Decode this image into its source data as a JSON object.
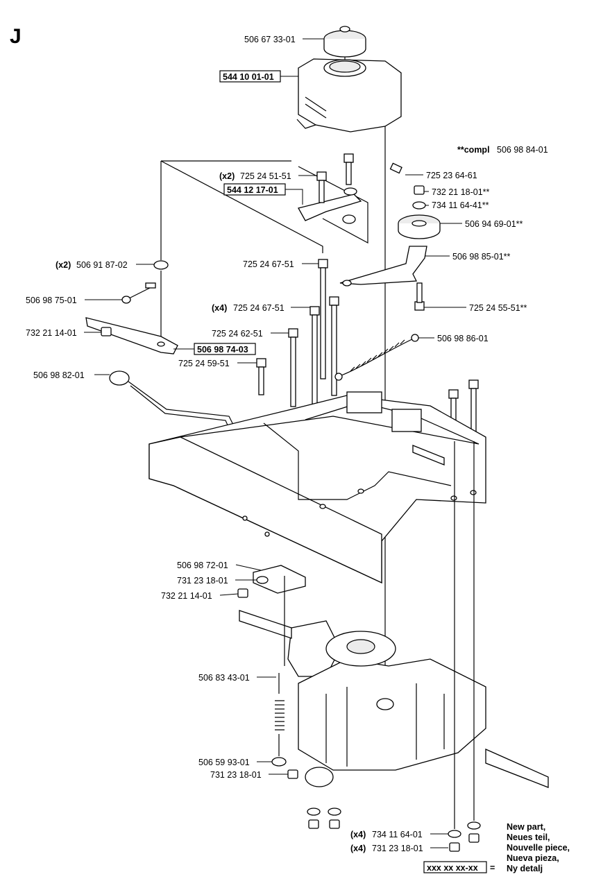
{
  "section_letter": "J",
  "compl_note": {
    "prefix": "**compl",
    "number": "506 98 84-01"
  },
  "labels": [
    {
      "id": "l1",
      "qty": "",
      "number": "506 67 33-01",
      "boxed": false
    },
    {
      "id": "l2",
      "qty": "",
      "number": "544 10 01-01",
      "boxed": true
    },
    {
      "id": "l3",
      "qty": "",
      "number": "725 23 64-61",
      "boxed": false
    },
    {
      "id": "l4",
      "qty": "(x2)",
      "number": "725 24 51-51",
      "boxed": false
    },
    {
      "id": "l5",
      "qty": "",
      "number": "544 12 17-01",
      "boxed": true
    },
    {
      "id": "l6",
      "qty": "",
      "number": "732 21 18-01**",
      "boxed": false
    },
    {
      "id": "l7",
      "qty": "",
      "number": "734 11 64-41**",
      "boxed": false
    },
    {
      "id": "l8",
      "qty": "",
      "number": "506 94 69-01**",
      "boxed": false
    },
    {
      "id": "l9",
      "qty": "(x2)",
      "number": "506 91 87-02",
      "boxed": false
    },
    {
      "id": "l10",
      "qty": "",
      "number": "725 24 67-51",
      "boxed": false
    },
    {
      "id": "l11",
      "qty": "",
      "number": "506 98 85-01**",
      "boxed": false
    },
    {
      "id": "l12",
      "qty": "",
      "number": "506 98 75-01",
      "boxed": false
    },
    {
      "id": "l13",
      "qty": "(x4)",
      "number": "725 24 67-51",
      "boxed": false
    },
    {
      "id": "l14",
      "qty": "",
      "number": "725 24 55-51**",
      "boxed": false
    },
    {
      "id": "l15",
      "qty": "",
      "number": "732 21 14-01",
      "boxed": false
    },
    {
      "id": "l16",
      "qty": "",
      "number": "725 24 62-51",
      "boxed": false
    },
    {
      "id": "l17",
      "qty": "",
      "number": "506 98 86-01",
      "boxed": false
    },
    {
      "id": "l18",
      "qty": "",
      "number": "506 98 74-03",
      "boxed": true
    },
    {
      "id": "l19",
      "qty": "",
      "number": "725 24 59-51",
      "boxed": false
    },
    {
      "id": "l20",
      "qty": "",
      "number": "506 98 82-01",
      "boxed": false
    },
    {
      "id": "l21",
      "qty": "",
      "number": "506 98 72-01",
      "boxed": false
    },
    {
      "id": "l22",
      "qty": "",
      "number": "731 23 18-01",
      "boxed": false
    },
    {
      "id": "l23",
      "qty": "",
      "number": "732 21 14-01",
      "boxed": false
    },
    {
      "id": "l24",
      "qty": "",
      "number": "506 83 43-01",
      "boxed": false
    },
    {
      "id": "l25",
      "qty": "",
      "number": "506 59 93-01",
      "boxed": false
    },
    {
      "id": "l26",
      "qty": "",
      "number": "731 23 18-01",
      "boxed": false
    },
    {
      "id": "l27",
      "qty": "(x4)",
      "number": "734 11 64-01",
      "boxed": false
    },
    {
      "id": "l28",
      "qty": "(x4)",
      "number": "731 23 18-01",
      "boxed": false
    }
  ],
  "legend": {
    "sample": "xxx xx xx-xx",
    "equals": "=",
    "lines": [
      "New part,",
      "Neues teil,",
      "Nouvelle piece,",
      "Nueva pieza,",
      "Ny detalj"
    ]
  }
}
